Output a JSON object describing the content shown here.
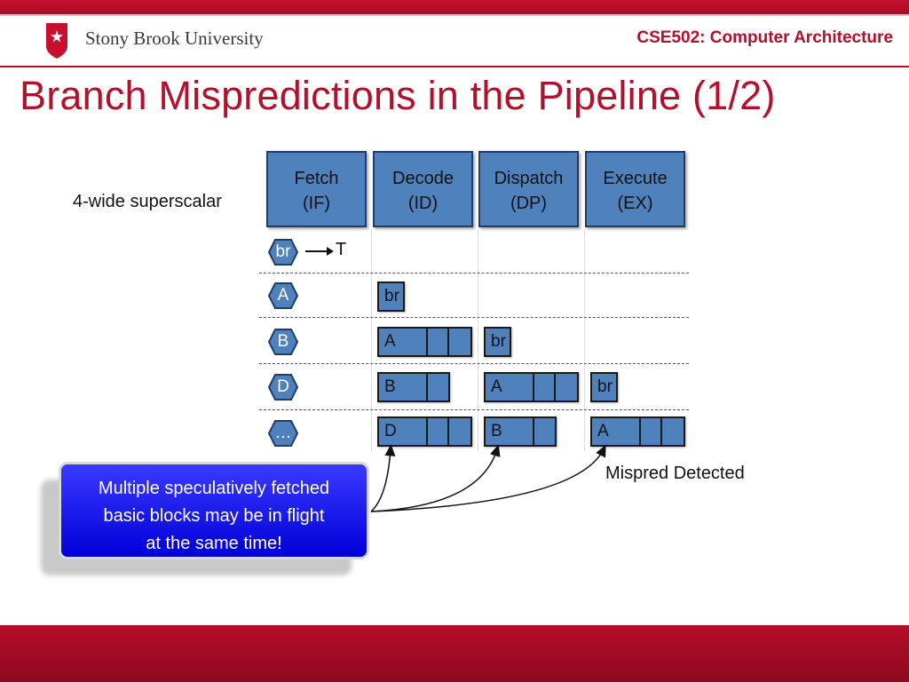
{
  "header": {
    "university": "Stony Brook University",
    "course": "CSE502: Computer Architecture",
    "title": "Branch Mispredictions in the Pipeline (1/2)"
  },
  "colors": {
    "brand_red": "#b5102b",
    "stage_blue": "#4f81bd",
    "callout_blue": "#0000e0"
  },
  "pipeline": {
    "width_label": "4-wide superscalar",
    "stages": [
      {
        "name": "Fetch",
        "abbr": "(IF)"
      },
      {
        "name": "Decode",
        "abbr": "(ID)"
      },
      {
        "name": "Dispatch",
        "abbr": "(DP)"
      },
      {
        "name": "Execute",
        "abbr": "(EX)"
      }
    ],
    "fetch_blocks": [
      "br",
      "A",
      "B",
      "D",
      "…"
    ],
    "taken_label": "T",
    "rows": [
      {
        "decode": "",
        "dispatch": "",
        "execute": ""
      },
      {
        "decode": "br",
        "dispatch": "",
        "execute": ""
      },
      {
        "decode": "A",
        "dispatch": "br",
        "execute": ""
      },
      {
        "decode": "B",
        "dispatch": "A",
        "execute": "br"
      },
      {
        "decode": "D",
        "dispatch": "B",
        "execute": "A"
      }
    ]
  },
  "callout": {
    "line1": "Multiple speculatively fetched",
    "line2": "basic blocks may be in flight",
    "line3": "at the same time!"
  },
  "annotation": {
    "mispred": "Mispred Detected"
  }
}
